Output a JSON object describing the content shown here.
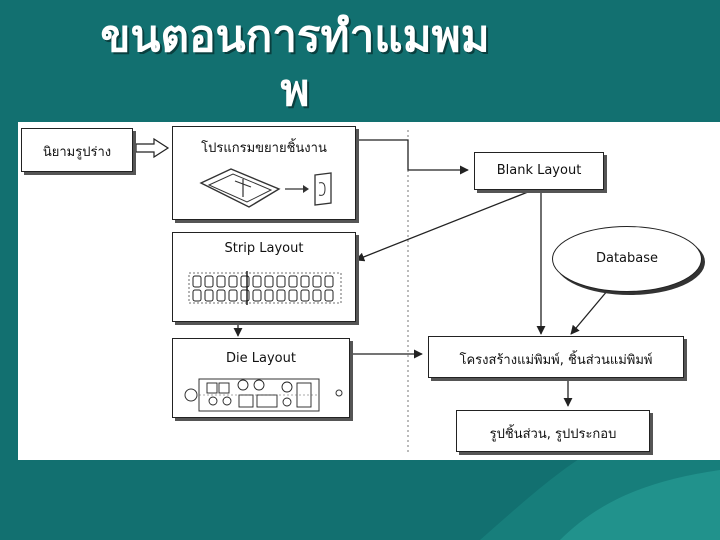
{
  "slide": {
    "title_line1": "ขนตอนการทำแมพม",
    "title_line2": "พ"
  },
  "diagram": {
    "define_shape": "นิยามรูปร่าง",
    "unfold_program": "โปรแกรมขยายชิ้นงาน",
    "blank_layout": "Blank Layout",
    "strip_layout": "Strip Layout",
    "database": "Database",
    "die_layout": "Die Layout",
    "die_structure": "โครงสร้างแม่พิมพ์, ชิ้นส่วนแม่พิมพ์",
    "part_assembly": "รูปชิ้นส่วน, รูปประกอบ"
  },
  "colors": {
    "background": "#127070",
    "wave": "#1d8a84",
    "title": "#ffffff",
    "diagram_bg": "#ffffff"
  }
}
